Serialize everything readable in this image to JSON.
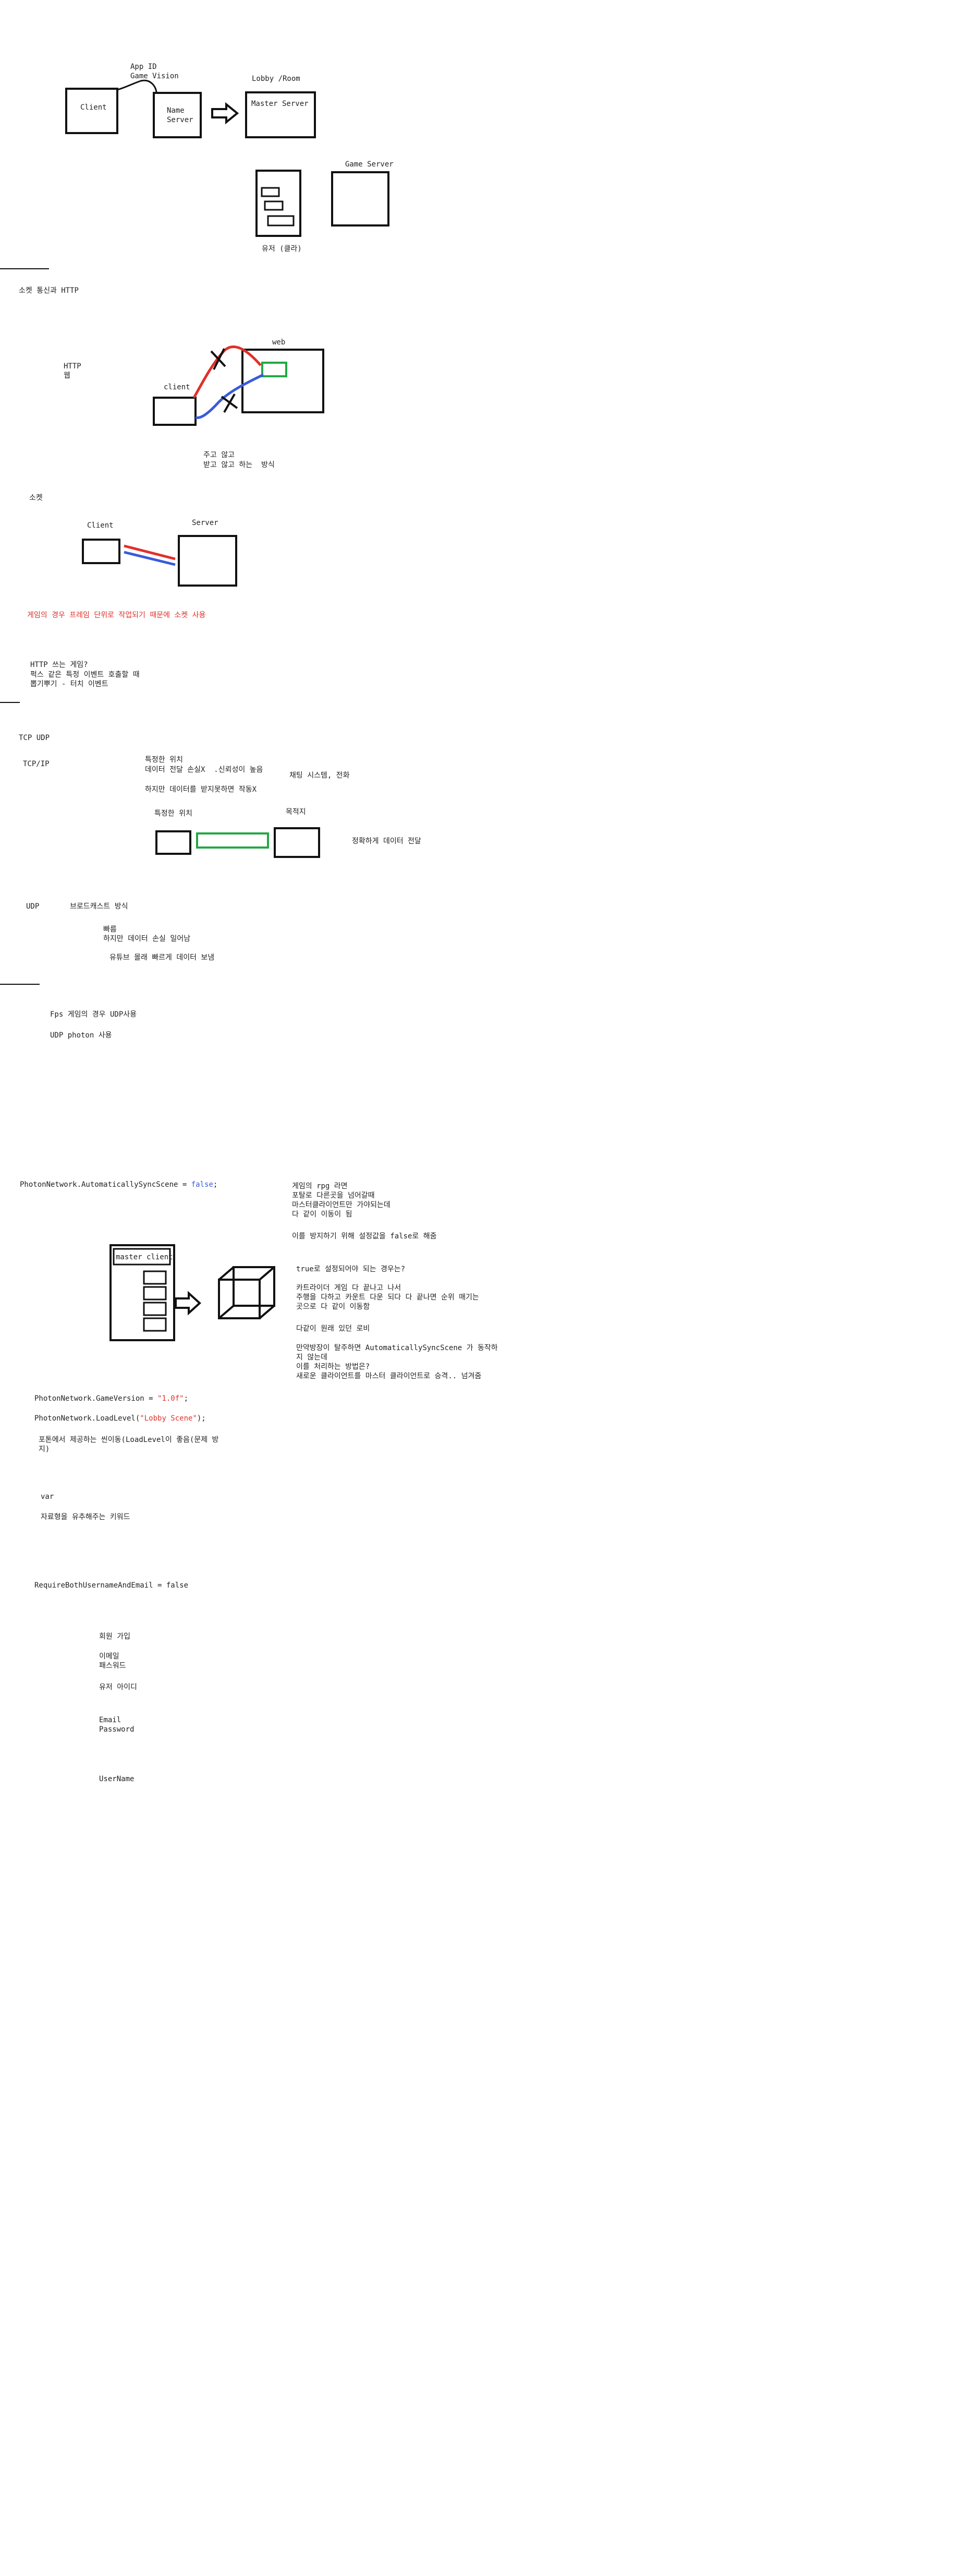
{
  "colors": {
    "ink": "#111111",
    "text": "#222222",
    "red": "#e0302a",
    "blue": "#3a5bd9",
    "green": "#22a845",
    "code_string": "#e0302a",
    "code_keyword": "#3a5bd9"
  },
  "diagram_top": {
    "client": "Client",
    "app_id_line1": "App ID",
    "app_id_line2": "Game Vision",
    "name_server_line1": "Name",
    "name_server_line2": "Server",
    "lobby_label": "Lobby /Room",
    "master_server": "Master Server",
    "game_server": "Game Server",
    "user_label": "유저 (클라)"
  },
  "section_socket_http": {
    "heading": "소켓 통신과 HTTP",
    "http_line1": "HTTP",
    "http_line2": "웹",
    "client": "client",
    "web": "web",
    "note_line1": "주고 않고",
    "note_line2": "받고 않고 하는  방식",
    "socket_label": "소켓",
    "socket_client": "Client",
    "socket_server": "Server",
    "game_note": "게임의 경우 프레임 단위로 작업되기 때문에 소켓 사용",
    "http_game_q": "HTTP 쓰는 게임?",
    "http_game_l1": "퍽스 같은 특정 이벤트 호출할 때",
    "http_game_l2": "뽑기뿌기 - 터치 이벤트"
  },
  "section_tcp_udp": {
    "heading": "TCP UDP",
    "tcp_label": "TCP/IP",
    "tcp_l1": "특정한 위치",
    "tcp_l2": "데이터 전달 손실X  .신뢰성이 높음",
    "tcp_side": "채팅 시스템, 전화",
    "tcp_l3": "하지만 데이터를 받지못하면 작동X",
    "specific_pos": "특정한 위치",
    "destination": "목적지",
    "exact_delivery": "정확하게 데이터 전달",
    "udp_label": "UDP",
    "udp_title": "브로드캐스트 방식",
    "udp_l1": "빠름",
    "udp_l2": "하지만 데이터 손실 일어남",
    "udp_l3": "유튜브 몰래 빠르게 데이터 보냄",
    "fps_note": "Fps 게임의 경우 UDP사용",
    "photon_note": "UDP photon 사용"
  },
  "section_photon": {
    "code_sync_prefix": "PhotonNetwork.AutomaticallySyncScene = ",
    "code_sync_value": "false",
    "code_sync_suffix": ";",
    "n1_l1": "게임의 rpg 라면",
    "n1_l2": "포탈로 다른곳을 넘어갈때",
    "n1_l3": "마스터클라이언트만 가야되는데",
    "n1_l4": "다 같이 이동이 됨",
    "n2": "이를 방지하기 위해 설정값을 false로 해줌",
    "q_true": "true로 설정되어야 되는 경우는?",
    "n3_l1": "카트라이더 게임 다 끝나고 나서",
    "n3_l2": "주행을 다하고 카운트 다운 되다 다 끝나면 순위 매기는",
    "n3_l3": "곳으로 다 같이 이동함",
    "n4": "다같이 원래 있던 로비",
    "n5_l1": "만약방장이 탈주하면 AutomaticallySyncScene 가 동작하",
    "n5_l2": "지 않는데",
    "n5_l3": "이를 처리하는 방법은?",
    "n5_l4": "새로운 클라이언트를 마스터 클라이언트로 승격.. 넘겨줌",
    "master_client": "master client",
    "code_gv_prefix": "PhotonNetwork.GameVersion = ",
    "code_gv_value": "\"1.0f\"",
    "code_gv_suffix": ";",
    "code_ll_prefix": "PhotonNetwork.LoadLevel(",
    "code_ll_value": "\"Lobby Scene\"",
    "code_ll_suffix": ");",
    "photon_note_l1": "포톤에서 제공하는 씬이동(LoadLevel이 좋음(문제 방",
    "photon_note_l2": "지)",
    "var_label": "var",
    "var_desc": "자료형을 유추해주는 키워드",
    "require_code": "RequireBothUsernameAndEmail = false",
    "signup": "회원 가입",
    "email_kr": "이메일",
    "password_kr": "패스워드",
    "user_id": "유저 아이디",
    "email_en": "Email",
    "password_en": "Password",
    "username": "UserName"
  }
}
